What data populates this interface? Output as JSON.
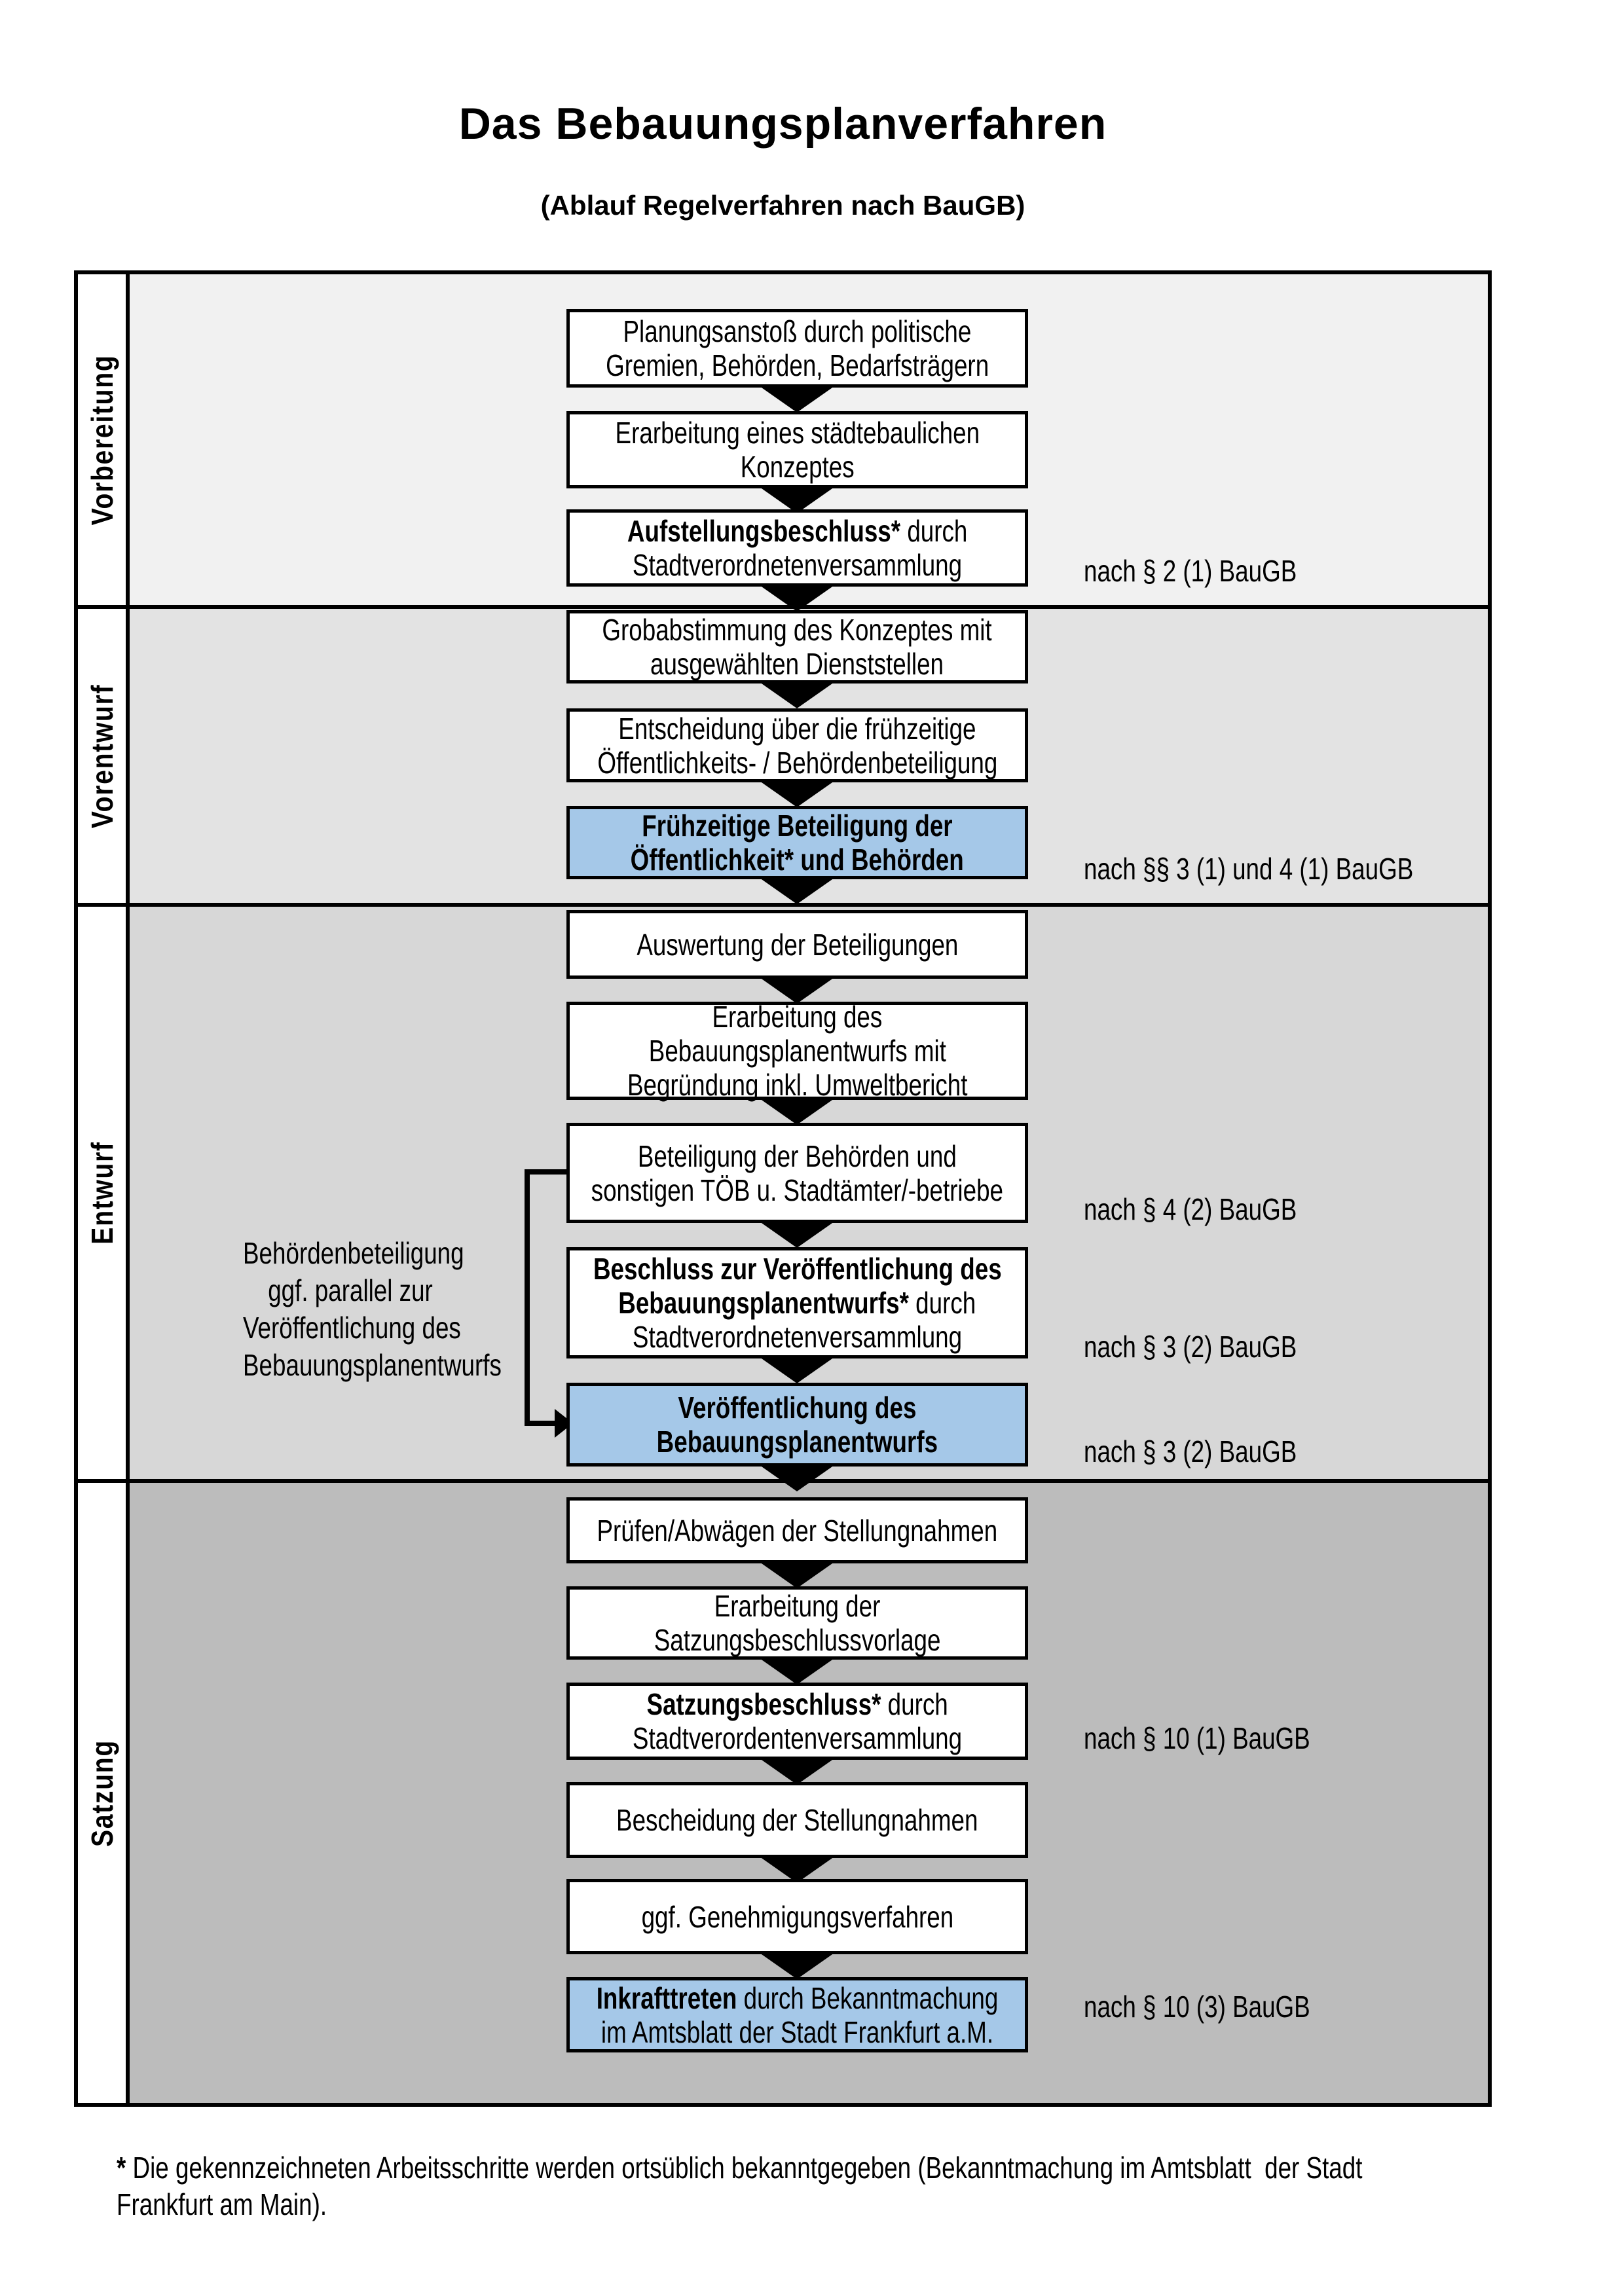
{
  "title": "Das Bebauungsplanverfahren",
  "subtitle": "(Ablauf Regelverfahren nach BauGB)",
  "phases": [
    {
      "label": "Vorbereitung",
      "band_color": "#f1f1f1"
    },
    {
      "label": "Vorentwurf",
      "band_color": "#e3e3e3"
    },
    {
      "label": "Entwurf",
      "band_color": "#d7d7d7"
    },
    {
      "label": "Satzung",
      "band_color": "#bcbcbc"
    }
  ],
  "process": {
    "steps": [
      {
        "id": "planungsanstoss",
        "highlight": false,
        "note": "",
        "lines": [
          [
            {
              "text": "Planungsanstoß durch politische",
              "bold": false
            }
          ],
          [
            {
              "text": "Gremien, Behörden, Bedarfsträgern",
              "bold": false
            }
          ]
        ]
      },
      {
        "id": "staedtebauliches-konzept",
        "highlight": false,
        "note": "",
        "lines": [
          [
            {
              "text": "Erarbeitung eines städtebaulichen",
              "bold": false
            }
          ],
          [
            {
              "text": "Konzeptes",
              "bold": false
            }
          ]
        ]
      },
      {
        "id": "aufstellungsbeschluss",
        "highlight": false,
        "note": "nach § 2 (1) BauGB",
        "lines": [
          [
            {
              "text": "Aufstellungsbeschluss*",
              "bold": true
            },
            {
              "text": " durch",
              "bold": false
            }
          ],
          [
            {
              "text": "Stadtverordnetenversammlung",
              "bold": false
            }
          ]
        ]
      },
      {
        "id": "grobabstimmung",
        "highlight": false,
        "note": "",
        "lines": [
          [
            {
              "text": "Grobabstimmung des Konzeptes mit",
              "bold": false
            }
          ],
          [
            {
              "text": "ausgewählten Dienststellen",
              "bold": false
            }
          ]
        ]
      },
      {
        "id": "entscheidung-beteiligung",
        "highlight": false,
        "note": "",
        "lines": [
          [
            {
              "text": "Entscheidung über die frühzeitige",
              "bold": false
            }
          ],
          [
            {
              "text": "Öffentlichkeits- / Behördenbeteiligung",
              "bold": false
            }
          ]
        ]
      },
      {
        "id": "fruehzeitige-beteiligung",
        "highlight": true,
        "note": "nach §§ 3 (1) und 4 (1) BauGB",
        "lines": [
          [
            {
              "text": "Frühzeitige Beteiligung der",
              "bold": true
            }
          ],
          [
            {
              "text": "Öffentlichkeit* und Behörden",
              "bold": true
            }
          ]
        ]
      },
      {
        "id": "auswertung-beteiligungen",
        "highlight": false,
        "note": "",
        "lines": [
          [
            {
              "text": "Auswertung der Beteiligungen",
              "bold": false
            }
          ]
        ]
      },
      {
        "id": "erarbeitung-entwurf",
        "highlight": false,
        "note": "",
        "lines": [
          [
            {
              "text": "Erarbeitung des",
              "bold": false
            }
          ],
          [
            {
              "text": "Bebauungsplanentwurfs mit",
              "bold": false
            }
          ],
          [
            {
              "text": "Begründung inkl. Umweltbericht",
              "bold": false
            }
          ]
        ]
      },
      {
        "id": "behoerden-toeb-beteiligung",
        "highlight": false,
        "note": "nach § 4 (2) BauGB",
        "lines": [
          [
            {
              "text": "Beteiligung der Behörden und",
              "bold": false
            }
          ],
          [
            {
              "text": "sonstigen TÖB u. Stadtämter/-betriebe",
              "bold": false
            }
          ]
        ]
      },
      {
        "id": "veroeffentlichungsbeschluss",
        "highlight": false,
        "note": "nach § 3 (2) BauGB",
        "lines": [
          [
            {
              "text": "Beschluss zur Veröffentlichung des",
              "bold": true
            }
          ],
          [
            {
              "text": "Bebauungsplanentwurfs*",
              "bold": true
            },
            {
              "text": " durch",
              "bold": false
            }
          ],
          [
            {
              "text": "Stadtverordnetenversammlung",
              "bold": false
            }
          ]
        ]
      },
      {
        "id": "veroeffentlichung-entwurf",
        "highlight": true,
        "note": "nach § 3 (2) BauGB",
        "lines": [
          [
            {
              "text": "Veröffentlichung des",
              "bold": true
            }
          ],
          [
            {
              "text": "Bebauungsplanentwurfs",
              "bold": true
            }
          ]
        ]
      },
      {
        "id": "pruefen-abwaegen",
        "highlight": false,
        "note": "",
        "lines": [
          [
            {
              "text": "Prüfen/Abwägen der Stellungnahmen",
              "bold": false
            }
          ]
        ]
      },
      {
        "id": "satzungsbeschlussvorlage",
        "highlight": false,
        "note": "",
        "lines": [
          [
            {
              "text": "Erarbeitung der",
              "bold": false
            }
          ],
          [
            {
              "text": "Satzungsbeschlussvorlage",
              "bold": false
            }
          ]
        ]
      },
      {
        "id": "satzungsbeschluss",
        "highlight": false,
        "note": "nach § 10 (1) BauGB",
        "lines": [
          [
            {
              "text": "Satzungsbeschluss*",
              "bold": true
            },
            {
              "text": " durch",
              "bold": false
            }
          ],
          [
            {
              "text": "Stadtverordentenversammlung",
              "bold": false
            }
          ]
        ]
      },
      {
        "id": "bescheidung-stellungnahmen",
        "highlight": false,
        "note": "",
        "lines": [
          [
            {
              "text": "Bescheidung der Stellungnahmen",
              "bold": false
            }
          ]
        ]
      },
      {
        "id": "genehmigungsverfahren",
        "highlight": false,
        "note": "",
        "lines": [
          [
            {
              "text": "ggf. Genehmigungsverfahren",
              "bold": false
            }
          ]
        ]
      },
      {
        "id": "inkrafttreten",
        "highlight": true,
        "note": "nach § 10 (3) BauGB",
        "lines": [
          [
            {
              "text": "Inkrafttreten",
              "bold": true
            },
            {
              "text": " durch Bekanntmachung",
              "bold": false
            }
          ],
          [
            {
              "text": "im Amtsblatt der Stadt Frankfurt a.M.",
              "bold": false
            }
          ]
        ]
      }
    ]
  },
  "side_note": {
    "lines": [
      "Behördenbeteiligung",
      "ggf. parallel zur",
      "Veröffentlichung des",
      "Bebauungsplanentwurfs"
    ]
  },
  "footnote": {
    "marker": "* ",
    "line1": "Die gekennzeichneten Arbeitsschritte werden ortsüblich bekanntgegeben (Bekanntmachung im Amtsblatt  der Stadt",
    "line2": "Frankfurt am Main)."
  },
  "colors": {
    "highlight_blue": "#a5c8e8",
    "box_border": "#000000",
    "band_vorbereitung": "#f1f1f1",
    "band_vorentwurf": "#e3e3e3",
    "band_entwurf": "#d7d7d7",
    "band_satzung": "#bcbcbc"
  }
}
